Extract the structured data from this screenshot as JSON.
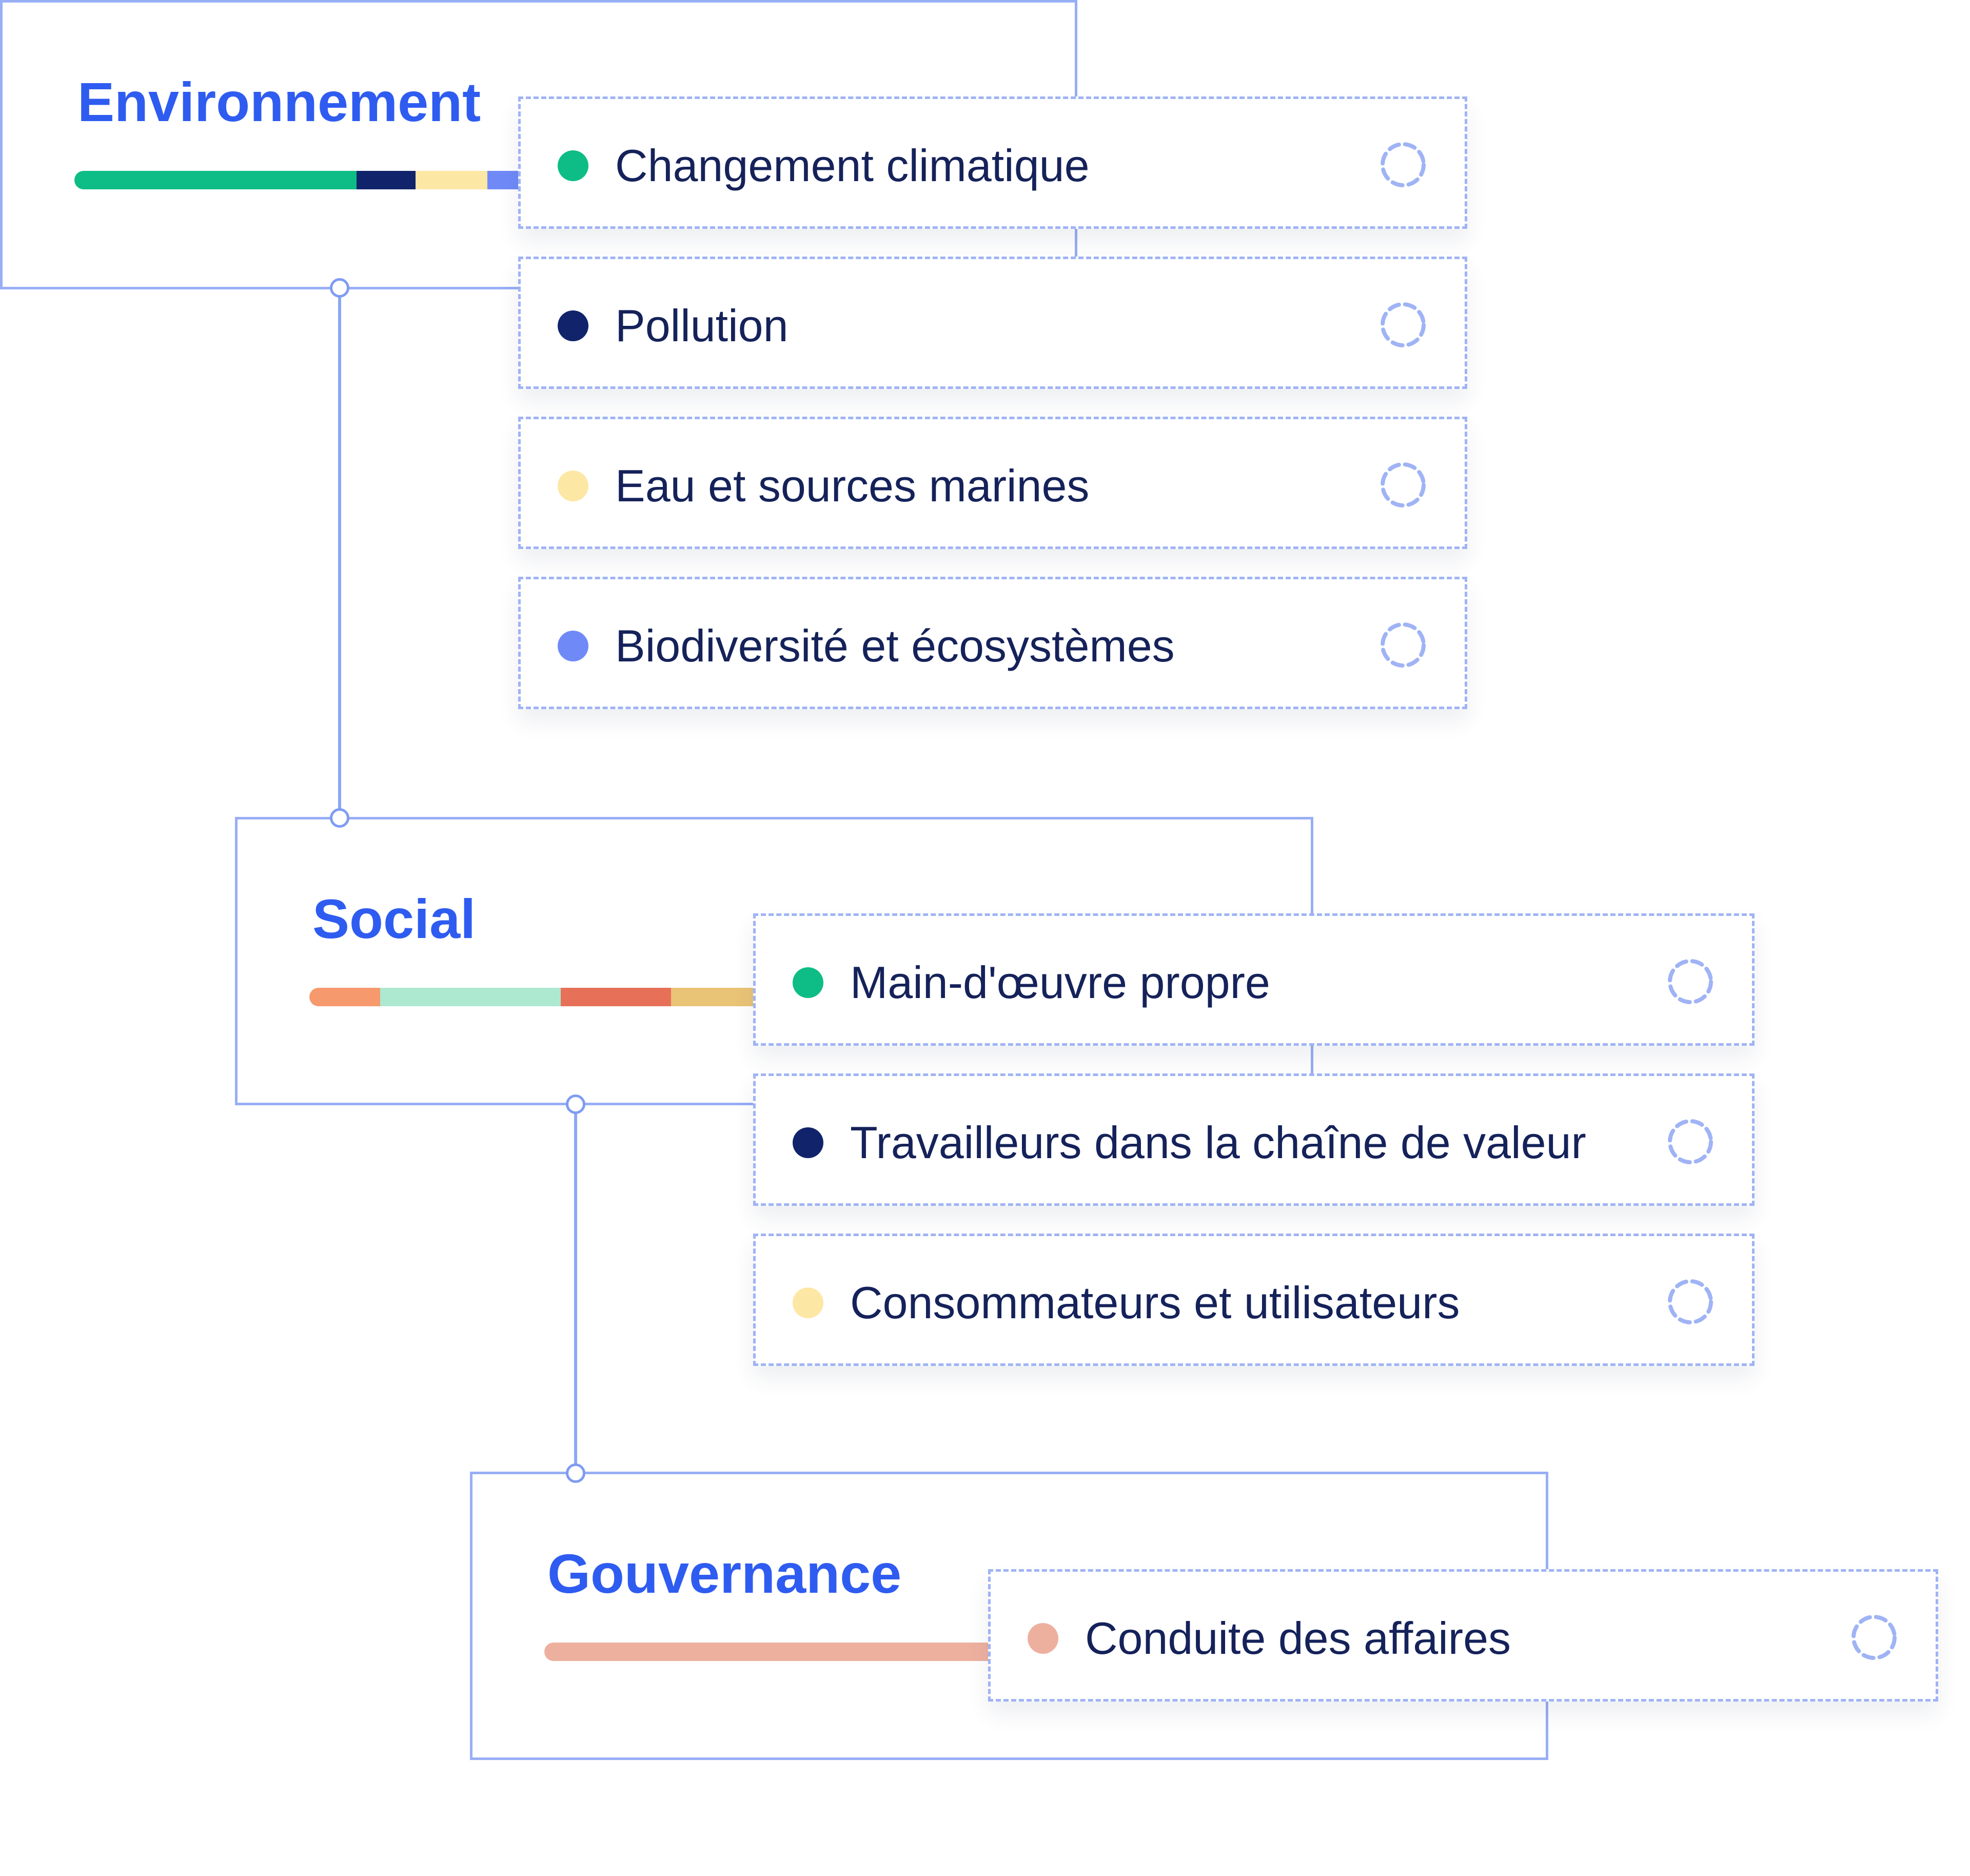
{
  "colors": {
    "title": "#2f5cf0",
    "text": "#15225a",
    "border": "#98aef5",
    "connector": "#8da7f3"
  },
  "sections": [
    {
      "title": "Environnement",
      "bar_colors": [
        "#0dbd85",
        "#10236b",
        "#fde7a4",
        "#6f8af7"
      ],
      "items": [
        {
          "label": "Changement climatique",
          "dot": "#0dbd85",
          "icon": "loading-spinner-icon"
        },
        {
          "label": "Pollution",
          "dot": "#10236b",
          "icon": "loading-spinner-icon"
        },
        {
          "label": "Eau et sources marines",
          "dot": "#fde7a4",
          "icon": "loading-spinner-icon"
        },
        {
          "label": "Biodiversité et écosystèmes",
          "dot": "#6f8af7",
          "icon": "loading-spinner-icon"
        }
      ]
    },
    {
      "title": "Social",
      "bar_colors": [
        "#f6996c",
        "#ade9d0",
        "#e77158",
        "#e9c476"
      ],
      "items": [
        {
          "label": "Main-d'œuvre propre",
          "dot": "#0dbd85",
          "icon": "loading-spinner-icon"
        },
        {
          "label": "Travailleurs dans la chaîne de valeur",
          "dot": "#10236b",
          "icon": "loading-spinner-icon"
        },
        {
          "label": "Consommateurs et utilisateurs",
          "dot": "#fde7a4",
          "icon": "loading-spinner-icon"
        }
      ]
    },
    {
      "title": "Gouvernance",
      "bar_colors": [
        "#edb09f"
      ],
      "items": [
        {
          "label": "Conduite des affaires",
          "dot": "#edb09f",
          "icon": "loading-spinner-icon"
        }
      ]
    }
  ]
}
